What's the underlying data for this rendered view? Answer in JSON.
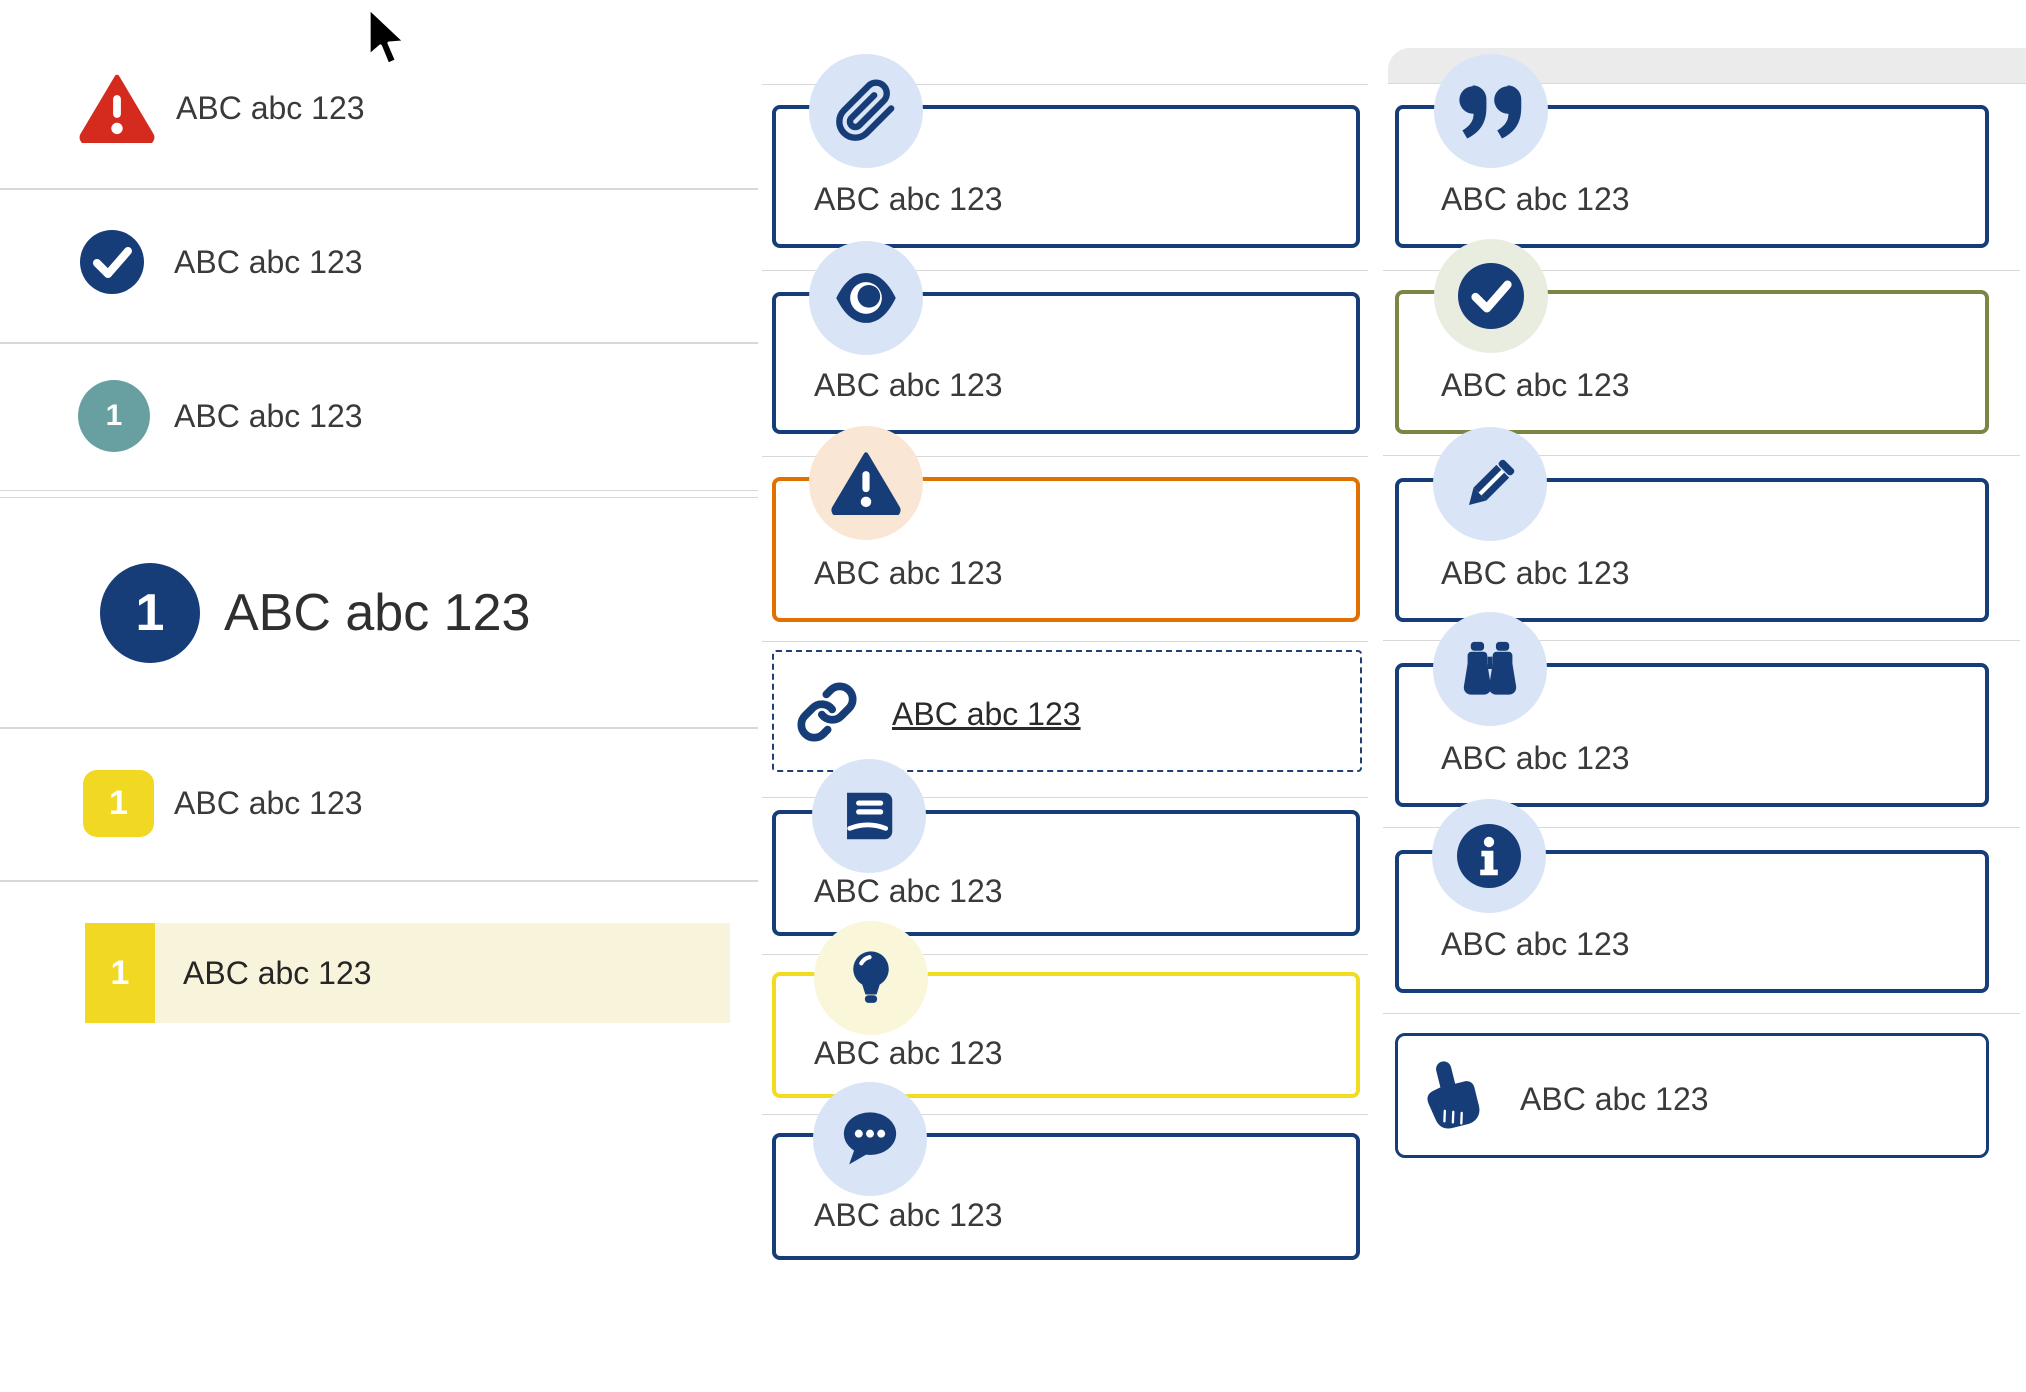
{
  "placeholder_text": "ABC abc 123",
  "left_list": {
    "items": [
      {
        "id": "warning",
        "icon": "warning-triangle",
        "label": "ABC abc 123"
      },
      {
        "id": "check",
        "icon": "check-circle",
        "label": "ABC abc 123"
      },
      {
        "id": "step",
        "number": "1",
        "label": "ABC abc 123"
      },
      {
        "id": "step-large",
        "number": "1",
        "label": "ABC abc 123"
      },
      {
        "id": "numbered",
        "number": "1",
        "label": "ABC abc 123"
      },
      {
        "id": "numbered-highlight",
        "number": "1",
        "label": "ABC abc 123"
      }
    ]
  },
  "middle_callouts": {
    "items": [
      {
        "icon": "paperclip",
        "label": "ABC abc 123"
      },
      {
        "icon": "eye",
        "label": "ABC abc 123"
      },
      {
        "icon": "warning-triangle",
        "label": "ABC abc 123"
      },
      {
        "icon": "link-chain",
        "label": "ABC abc 123"
      },
      {
        "icon": "book",
        "label": "ABC abc 123"
      },
      {
        "icon": "lightbulb",
        "label": "ABC abc 123"
      },
      {
        "icon": "speech-bubble",
        "label": "ABC abc 123"
      }
    ]
  },
  "right_callouts": {
    "items": [
      {
        "icon": "quote",
        "label": "ABC abc 123"
      },
      {
        "icon": "check-circle",
        "label": "ABC abc 123"
      },
      {
        "icon": "pencil",
        "label": "ABC abc 123"
      },
      {
        "icon": "binoculars",
        "label": "ABC abc 123"
      },
      {
        "icon": "info",
        "label": "ABC abc 123"
      },
      {
        "icon": "pointing-hand",
        "label": "ABC abc 123"
      }
    ]
  },
  "colors": {
    "navy": "#163d77",
    "light_blue_circle": "#d9e4f7",
    "peach_circle": "#fae6d4",
    "pale_green_circle": "#e9eddf",
    "pale_yellow_circle": "#faf6d9",
    "orange_border": "#e17000",
    "olive_border": "#7c8544",
    "yellow_border": "#f2dc20",
    "yellow_badge": "#f1d823",
    "highlight_row": "#f8f4dc",
    "red_warning": "#d52a1e",
    "teal_badge": "#68a0a2",
    "divider": "#d8d8d8",
    "text": "#3a3a3a"
  }
}
